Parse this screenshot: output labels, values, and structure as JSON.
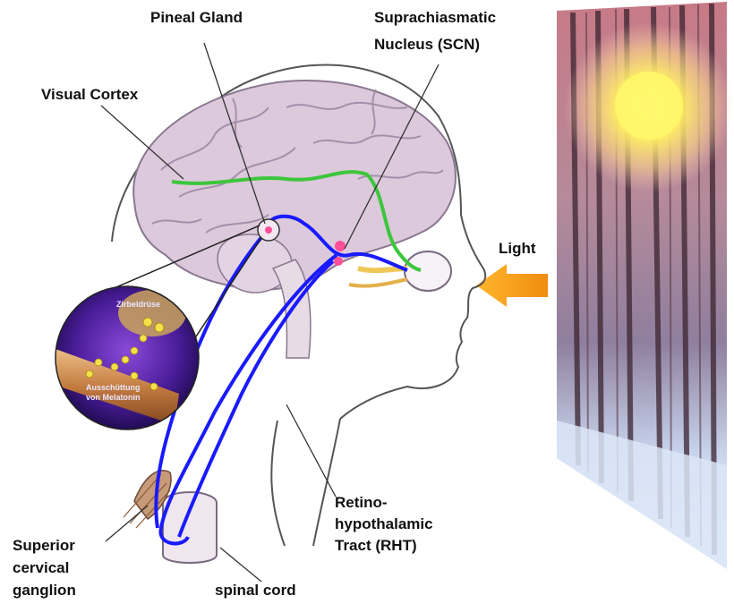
{
  "labels": {
    "pineal_gland": "Pineal Gland",
    "scn_line1": "Suprachiasmatic",
    "scn_line2": "Nucleus  (SCN)",
    "visual_cortex": "Visual Cortex",
    "light": "Light",
    "rht_line1": "Retino-",
    "rht_line2": "hypothalamic",
    "rht_line3": "Tract (RHT)",
    "scg_line1": "Superior",
    "scg_line2": "cervical",
    "scg_line3": "ganglion",
    "spinal_cord": "spinal cord"
  },
  "inset": {
    "top_text": "Zirbeldrüse",
    "bottom_line1": "Ausschüttung",
    "bottom_line2": "von Melatonin"
  },
  "colors": {
    "visual_pathway": "#3cc63c",
    "rht_pathway": "#1a1aff",
    "light_arrow": "#f5a623",
    "brain": "#d9c8d8",
    "sun": "#fff27a"
  }
}
